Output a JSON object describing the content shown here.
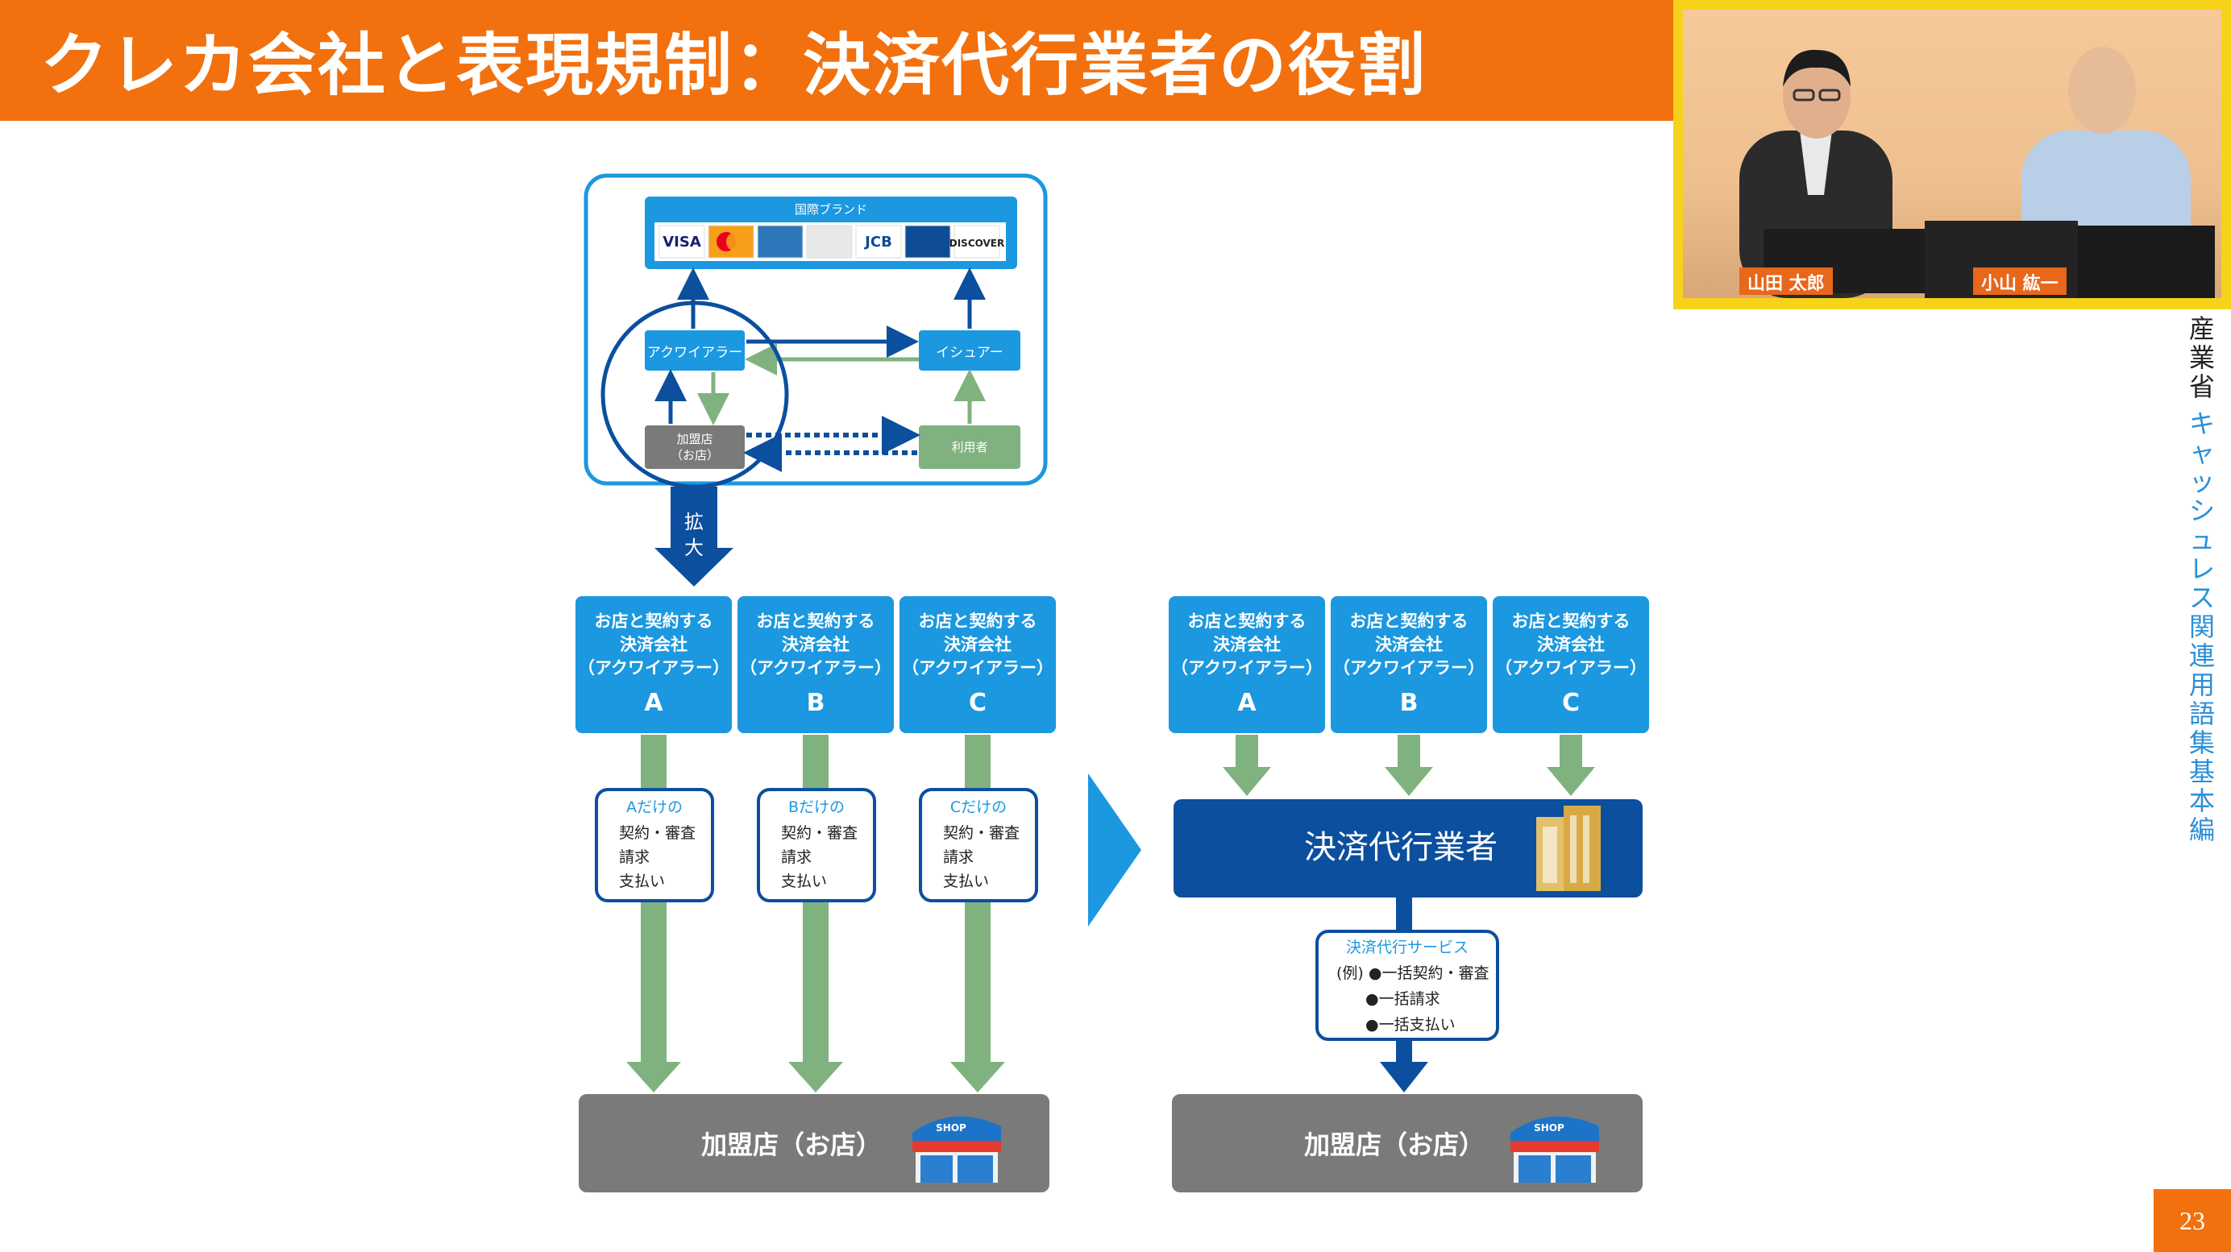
{
  "slide": {
    "title": "クレカ会社と表現規制：決済代行業者の役割",
    "page_number": "23",
    "side_caption_black": "産業省",
    "side_caption_blue": "キャッシュレス関連用語集　基本編"
  },
  "video": {
    "nameplate_left": "山田 太郎",
    "nameplate_right": "小山 紘一"
  },
  "overview": {
    "brand_label": "国際ブランド",
    "brands": [
      "VISA",
      "",
      "",
      "",
      "JCB",
      "",
      "DISCOVER"
    ],
    "acquirer": "アクワイアラー",
    "issuer": "イシュアー",
    "merchant_line1": "加盟店",
    "merchant_line2": "（お店）",
    "user": "利用者",
    "expand_1": "拡",
    "expand_2": "大"
  },
  "acquirer_box": {
    "line1": "お店と契約する",
    "line2": "決済会社",
    "line3": "（アクワイアラー）"
  },
  "letters": [
    "A",
    "B",
    "C"
  ],
  "direct_notes": [
    {
      "head": "Aだけの",
      "l1": "契約・審査",
      "l2": "請求",
      "l3": "支払い"
    },
    {
      "head": "Bだけの",
      "l1": "契約・審査",
      "l2": "請求",
      "l3": "支払い"
    },
    {
      "head": "Cだけの",
      "l1": "契約・審査",
      "l2": "請求",
      "l3": "支払い"
    }
  ],
  "psp": {
    "label": "決済代行業者",
    "service_head": "決済代行サービス",
    "service_1": "(例) ●一括契約・審査",
    "service_2": "●一括請求",
    "service_3": "●一括支払い"
  },
  "merchant_bar": "加盟店（お店）",
  "shop_sign": "SHOP",
  "colors": {
    "orange": "#f2700d",
    "blue": "#1b98e0",
    "navy": "#0b4f9e",
    "green_arrow": "#7fb27f",
    "gray_bar": "#7a7a7a"
  }
}
